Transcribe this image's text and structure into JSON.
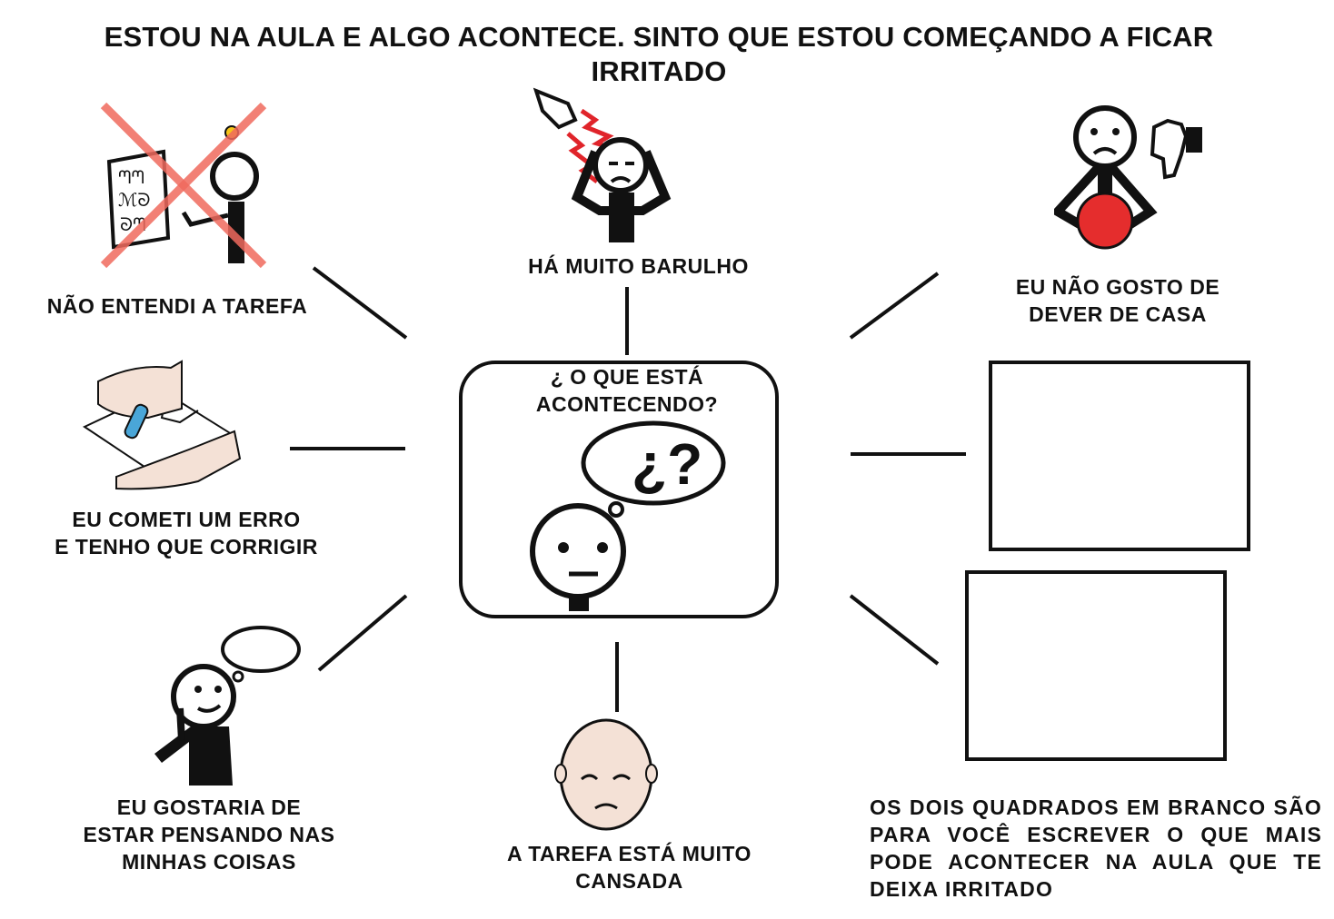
{
  "title": "ESTOU NA AULA E ALGO ACONTECE. SINTO QUE ESTOU COMEÇANDO A FICAR IRRITADO",
  "center": {
    "question": "¿ O QUE ESTÁ\nACONTECENDO?",
    "thought_text": "¿?"
  },
  "situations": {
    "task_not_understood": "NÃO ENTENDI A TAREFA",
    "noise": "HÁ MUITO BARULHO",
    "homework": "EU NÃO GOSTO DE\nDEVER DE CASA",
    "mistake": "EU COMETI UM ERRO\nE TENHO QUE CORRIGIR",
    "own_thoughts": "EU GOSTARIA DE\nESTAR PENSANDO NAS\nMINHAS COISAS",
    "tiring_task": "A TAREFA ESTÁ MUITO\nCANSADA"
  },
  "instructions": "OS DOIS QUADRADOS EM BRANCO SÃO PARA VOCÊ ESCREVER O QUE MAIS PODE ACONTECER NA AULA QUE TE DEIXA IRRITADO",
  "colors": {
    "cross": "#f06a5e",
    "lightning": "#e0242a",
    "ball": "#e52d2d",
    "bulb": "#f5c518",
    "skin": "#f4e1d6"
  }
}
